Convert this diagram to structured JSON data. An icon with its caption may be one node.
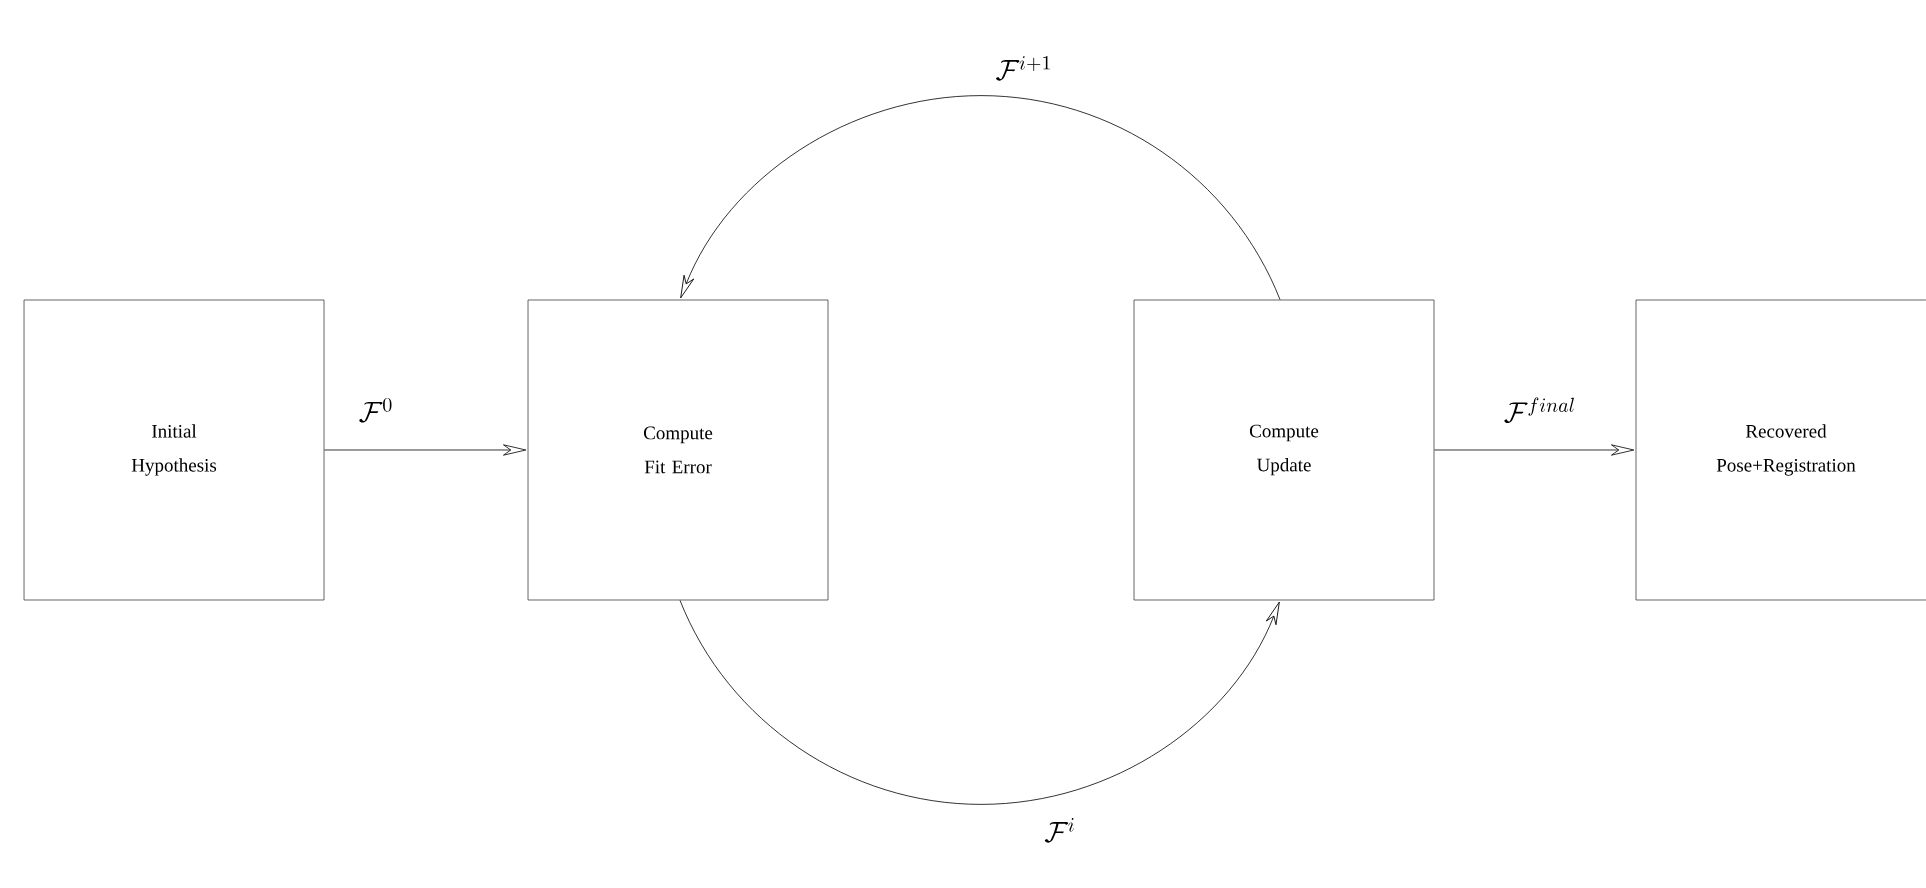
{
  "diagram": {
    "nodes": [
      {
        "text": [
          "Initial Hypothesis"
        ]
      },
      {
        "text": [
          "Compute Fit Error"
        ]
      },
      {
        "text": [
          "Compute Update"
        ]
      },
      {
        "text": [
          "Recovered Pose+Registration"
        ]
      }
    ],
    "edges": [
      {
        "from": 0,
        "to": 1,
        "arrow": "to",
        "label": "\\mathcal{F}^{0}"
      },
      {
        "from": 1,
        "to": 2,
        "arrow": "to",
        "label": "\\mathcal{F}^{i}"
      },
      {
        "from": 2,
        "to": 1,
        "arrow": "to",
        "label": "\\mathcal{F}^{i+1}"
      },
      {
        "from": 2,
        "to": 3,
        "arrow": "to",
        "label": "\\mathcal{F}^{final}"
      }
    ]
  }
}
